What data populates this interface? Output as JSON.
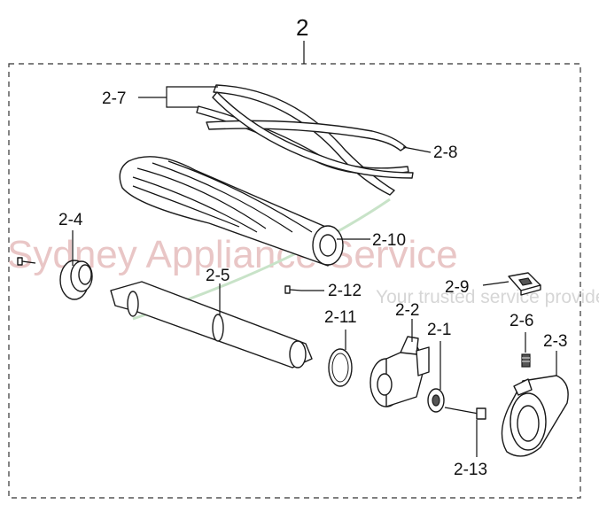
{
  "watermark": {
    "brand": "Sydney Appliance Service",
    "tagline": "Your trusted service provider"
  },
  "assembly_label": "2",
  "callouts": [
    {
      "id": "c-2-1",
      "text": "2-1"
    },
    {
      "id": "c-2-2",
      "text": "2-2"
    },
    {
      "id": "c-2-3",
      "text": "2-3"
    },
    {
      "id": "c-2-4",
      "text": "2-4"
    },
    {
      "id": "c-2-5",
      "text": "2-5"
    },
    {
      "id": "c-2-6",
      "text": "2-6"
    },
    {
      "id": "c-2-7",
      "text": "2-7"
    },
    {
      "id": "c-2-8",
      "text": "2-8"
    },
    {
      "id": "c-2-9",
      "text": "2-9"
    },
    {
      "id": "c-2-10",
      "text": "2-10"
    },
    {
      "id": "c-2-11",
      "text": "2-11"
    },
    {
      "id": "c-2-12",
      "text": "2-12"
    },
    {
      "id": "c-2-13",
      "text": "2-13"
    }
  ]
}
